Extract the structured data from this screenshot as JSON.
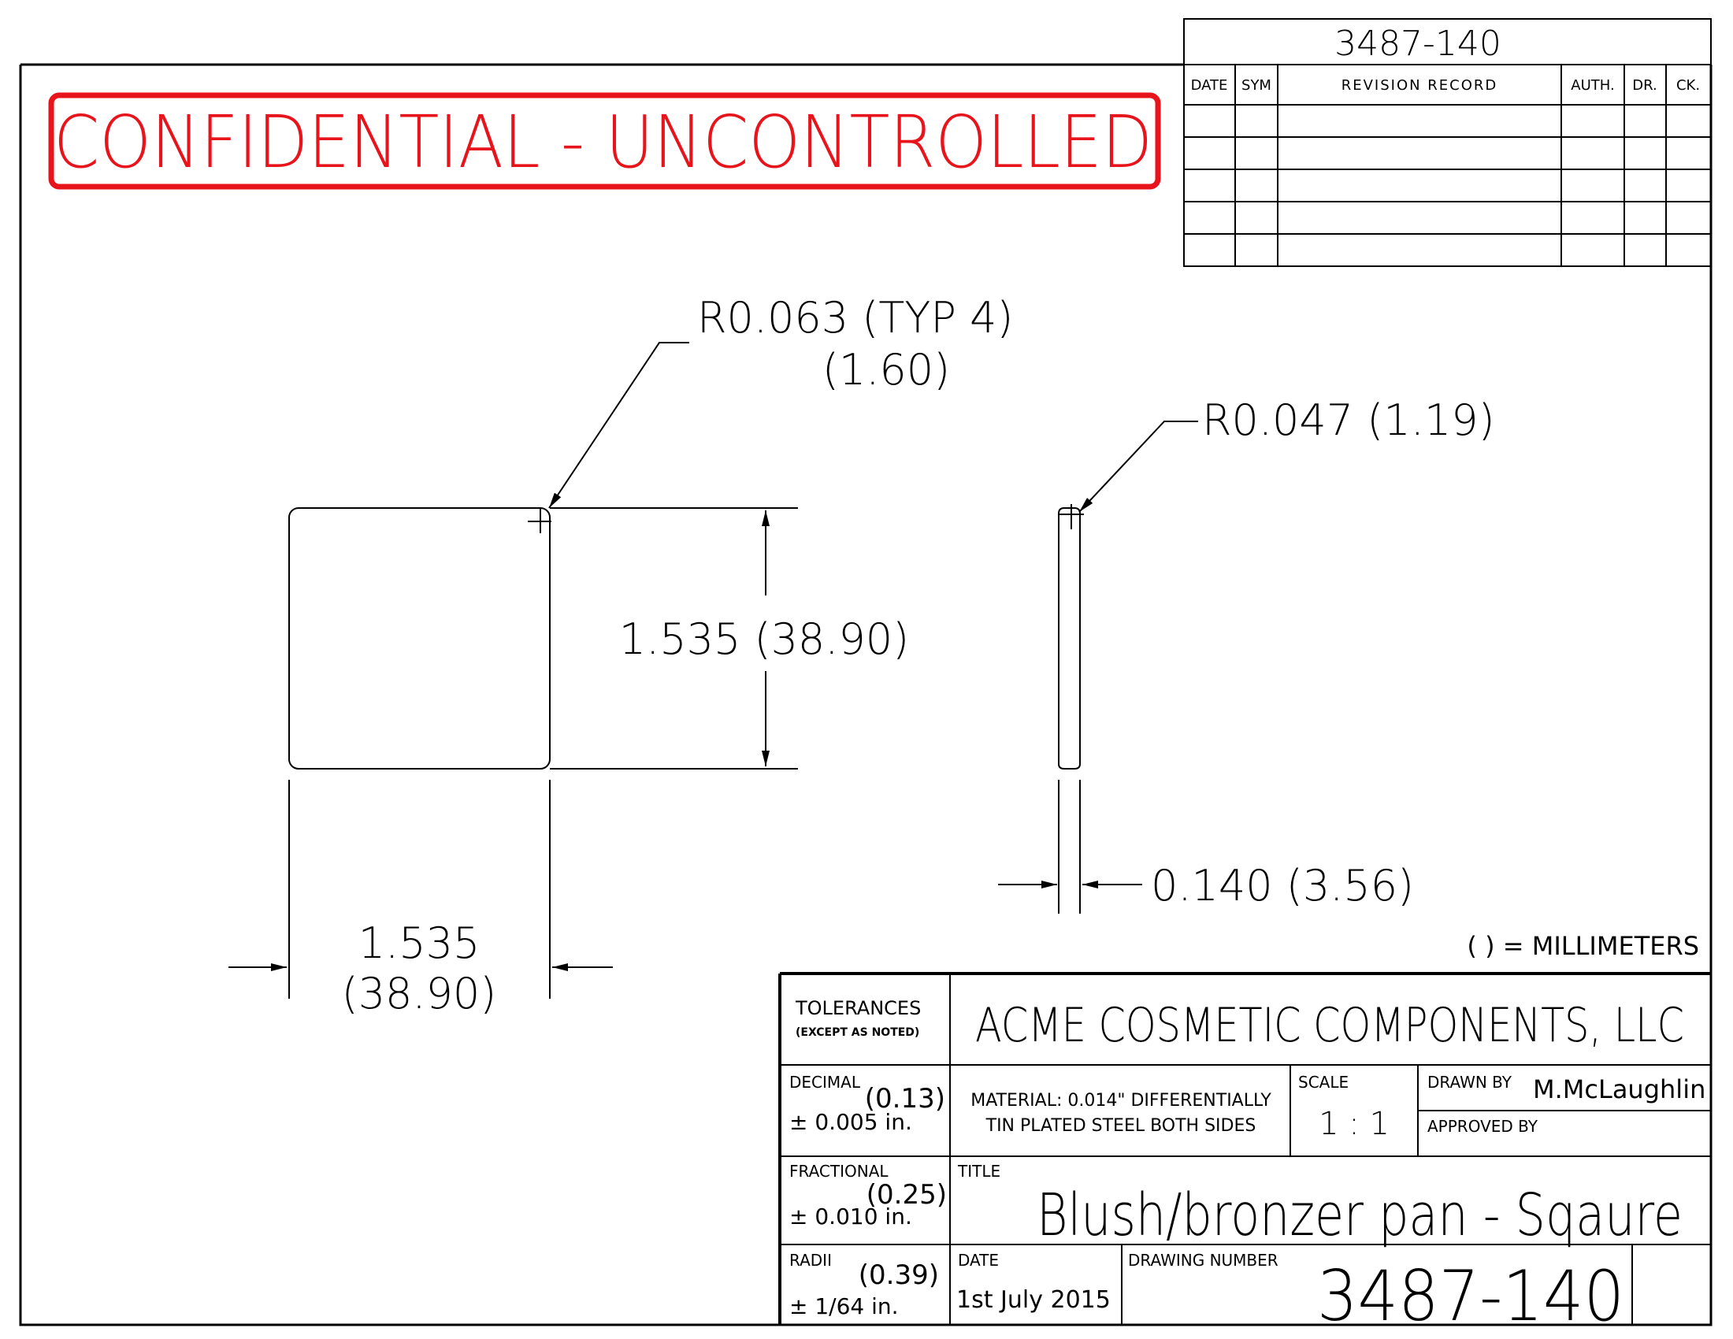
{
  "drawing_number_top": "3487-140",
  "banner": "CONFIDENTIAL - UNCONTROLLED",
  "revision_table": {
    "headers": [
      "DATE",
      "SYM",
      "REVISION RECORD",
      "AUTH.",
      "DR.",
      "CK."
    ],
    "rows": [
      [
        "",
        "",
        "",
        "",
        "",
        ""
      ],
      [
        "",
        "",
        "",
        "",
        "",
        ""
      ],
      [
        "",
        "",
        "",
        "",
        "",
        ""
      ],
      [
        "",
        "",
        "",
        "",
        "",
        ""
      ],
      [
        "",
        "",
        "",
        "",
        "",
        ""
      ]
    ]
  },
  "callouts": {
    "corner_radius": "R0.063 (TYP 4)",
    "corner_radius_mm": "(1.60)",
    "edge_radius": "R0.047 (1.19)",
    "height_dim": "1.535 (38.90)",
    "width_dim": "1.535",
    "width_dim_mm": "(38.90)",
    "thickness_dim": "0.140 (3.56)"
  },
  "units_note": "( ) = MILLIMETERS",
  "title_block": {
    "tolerances_label": "TOLERANCES",
    "except_note": "(EXCEPT AS NOTED)",
    "company": "ACME COSMETIC COMPONENTS, LLC",
    "decimal_label": "DECIMAL",
    "decimal_mm": "(0.13)",
    "decimal_value": "± 0.005  in.",
    "material_line1": "MATERIAL: 0.014\" DIFFERENTIALLY",
    "material_line2": "TIN PLATED STEEL BOTH SIDES",
    "scale_label": "SCALE",
    "scale_value": "1 : 1",
    "drawn_by_label": "DRAWN BY",
    "drawn_by_value": "M.McLaughlin",
    "approved_by_label": "APPROVED BY",
    "approved_by_value": "",
    "fractional_label": "FRACTIONAL",
    "fractional_mm": "(0.25)",
    "fractional_value": "±  0.010  in.",
    "title_label": "TITLE",
    "title_value": "Blush/bronzer pan - Sqaure",
    "radii_label": "RADII",
    "radii_mm": "(0.39)",
    "radii_value": "± 1/64  in.",
    "date_label": "DATE",
    "date_value": "1st July 2015",
    "drawing_number_label": "DRAWING NUMBER",
    "drawing_number_value": "3487-140"
  },
  "colors": {
    "line": "#000000",
    "banner": "#e8141c"
  }
}
